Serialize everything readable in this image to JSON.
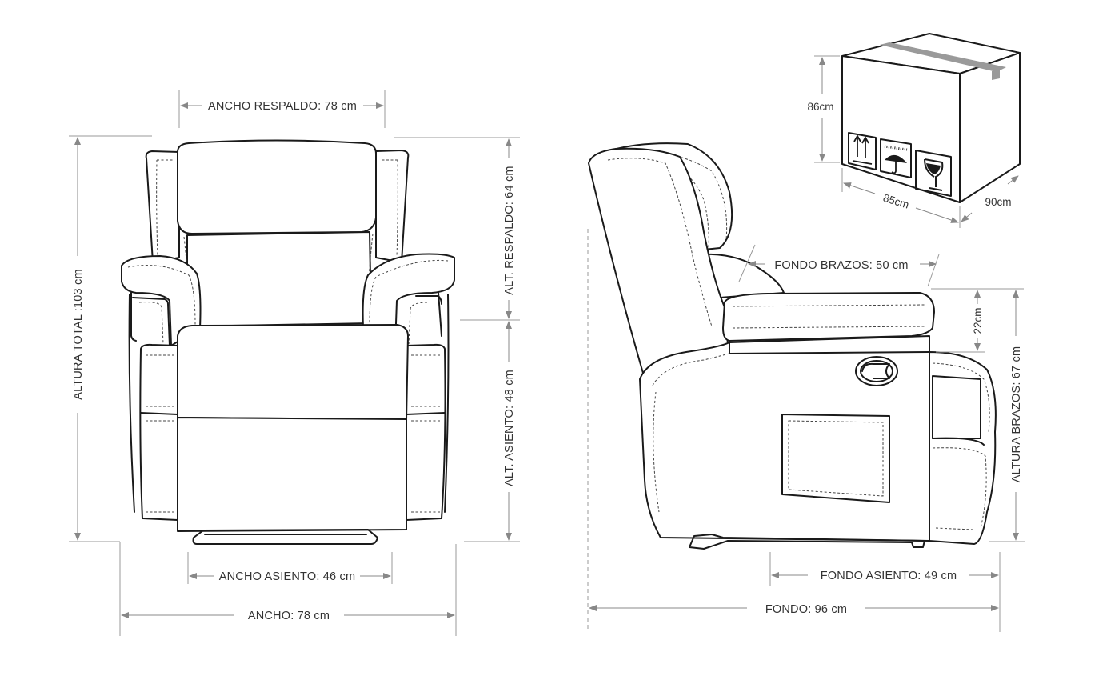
{
  "front_view": {
    "ancho_respaldo": "ANCHO RESPALDO: 78 cm",
    "altura_total": "ALTURA TOTAL :103 cm",
    "alt_respaldo": "ALT. RESPALDO: 64 cm",
    "alt_asiento": "ALT. ASIENTO: 48 cm",
    "ancho_asiento": "ANCHO ASIENTO: 46 cm",
    "ancho": "ANCHO: 78 cm"
  },
  "side_view": {
    "fondo_brazos": "FONDO BRAZOS: 50 cm",
    "altura_brazos": "ALTURA BRAZOS: 67 cm",
    "brazo_grosor": "22cm",
    "fondo_asiento": "FONDO ASIENTO: 49 cm",
    "fondo": "FONDO: 96 cm"
  },
  "package": {
    "height": "86cm",
    "width": "85cm",
    "depth": "90cm",
    "symbols": [
      "this-way-up-icon",
      "keep-dry-icon",
      "fragile-icon"
    ]
  }
}
